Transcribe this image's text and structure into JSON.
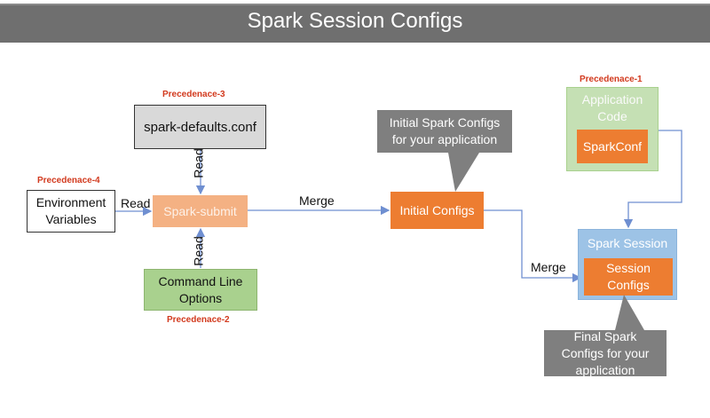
{
  "title": "Spark Session Configs",
  "colors": {
    "title_bar": "#6f6f6f",
    "precedence_text": "#d23a1e",
    "orange": "#ed7d31",
    "light_orange": "#f4b183",
    "green": "#a9d18e",
    "light_green": "#c5e0b4",
    "blue": "#9dc3e6",
    "callout_gray": "#7f7f7f",
    "gray_box": "#d9d9d9",
    "connector": "#6f8fd1"
  },
  "nodes": {
    "spark_defaults": "spark-defaults.conf",
    "environment_variables": "Environment Variables",
    "spark_submit": "Spark-submit",
    "command_line_options": "Command Line Options",
    "initial_configs": "Initial Configs",
    "application_code": "Application Code",
    "spark_conf": "SparkConf",
    "spark_session": "Spark Session",
    "session_configs": "Session Configs"
  },
  "callouts": {
    "initial": "Initial Spark Configs for your application",
    "final": "Final Spark Configs for your application"
  },
  "precedence": {
    "p1": "Precedenace-1",
    "p2": "Precedenace-2",
    "p3": "Precedenace-3",
    "p4": "Precedenace-4"
  },
  "edge_labels": {
    "read_top": "Read",
    "read_left": "Read",
    "read_bottom": "Read",
    "merge_top": "Merge",
    "merge_bottom": "Merge"
  }
}
